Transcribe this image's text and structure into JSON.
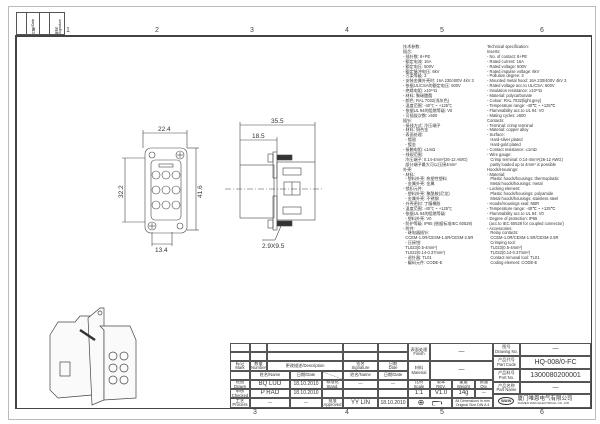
{
  "corner_table": {
    "cells": [
      "日期/Date",
      "签名 Signature"
    ]
  },
  "column_numbers_top": [
    "1",
    "2",
    "3",
    "4",
    "5",
    "6"
  ],
  "column_numbers_bottom": [
    "3",
    "4",
    "5",
    "6"
  ],
  "drawing": {
    "front_view": {
      "width": "22.4",
      "height_outer": "41.6",
      "height_inner": "32.2",
      "bottom": "13.4"
    },
    "side_view": {
      "length_total": "35.5",
      "length_front": "18.5",
      "screw": "2.9X9.5"
    }
  },
  "spec_cn": [
    "技术参数:",
    "插芯:",
    "- 插针数: 8+PE",
    "- 额定电流: 16A",
    "- 额定电压: 500V",
    "- 额定脉冲电压: 6kV",
    "- 污染等级: 3",
    "- 安装金属外壳时: 16A 230/400V 4kV 3",
    "- 依据UL/CSA的额定电压: 600V",
    "- 绝缘电阻: ≥10¹⁰Ω",
    "- 材料: 聚碳酸酯",
    "- 颜色: RAL 7032(浅灰色)",
    "- 温度范围: -40℃ ~ +125℃",
    "- 依据UL 94的阻燃等级: V0",
    "- 可插拔次数: ≥500",
    "插针:",
    "- 接线方式: 冷压端子",
    "- 材料: 铜合金",
    "- 表面处理:",
    "  - 镀银",
    "  - 镀金",
    "- 接触电阻: ≤1mΩ",
    "- 线规范围:",
    "  冷压端子: 0.14-4mm²(26-12 AWG)",
    "  部分端子最大可以压接4mm²",
    "外壳:",
    "- 材料:",
    "  - 塑料外壳: 热塑性塑料",
    "  - 金属外壳: 金属",
    "- 锁扣元件:",
    "  - 塑料外壳: 聚酰胺(尼龙)",
    "  - 金属外壳: 不锈钢",
    "- 外壳密封: 丁腈橡胶",
    "- 温度范围: -40℃ ~ +125℃",
    "- 依据UL 94的阻燃等级:",
    "  - 塑料外壳: V0",
    "- 防护等级: IP65 (依据标准IEC 60529)",
    "- 附件:",
    "  - 继电器插针:",
    "  CCEM-1.0R/CESM-1.5R/CESM-2.5R",
    "  - 压接钳:",
    "  TL023(0.5-4mm²)",
    "  TL022(0.14-0.37mm²)",
    "  - 退针器: TL01",
    "  - 编码元件: CODE-E"
  ],
  "spec_en": [
    "Technical specification:",
    "Inserts:",
    "- No. of contact: 8+PE",
    "- Rated current: 16A",
    "- Rated voltage: 500V",
    "- Rated impulse voltage: 6kV",
    "- Pollution degree: 3",
    "- Mounted metal hood: 16A 230/400V 4kV 3",
    "- Rated voltage acc.to UL/CSA: 600V",
    "- Insulation resistance: ≥10¹⁰Ω",
    "- Material: polycarbonate",
    "- Colour: RAL 7032(light grey)",
    "- Temperature range: -40℃ ~ +125℃",
    "- Flammability acc.to UL 94: V0",
    "- Mating cycles: ≥500",
    "Contacts:",
    "- Terminal: crimp terminal",
    "- Material: copper alloy",
    "- Surface:",
    "   Hard-silver plated",
    "   Hard-gold plated",
    "- Contact resistance: ≤1mΩ",
    "- Wire gauge:",
    "   Crimp terminal: 0.14-4mm²(26-12 AWG)",
    "   partly loaded up to 4mm² is possible",
    "Hoods/Housings:",
    "- Material:",
    "   Plastic hoods/housings: thermoplastic",
    "   Metal hoods/housings: metal",
    "- Locking element:",
    "   Plastic hoods/housings: polyamide",
    "   Metal hoods/housings: stainless steel",
    "- Hoods/Housings seal: NBR",
    "- Temperature range: -40℃ ~ +125℃",
    "- Flammability acc.to UL 94: V0",
    "- Degree of protection: IP65",
    "  (acc.to IEC 60529 for coupled connector)",
    "- Accessories:",
    "   Relay contacts:",
    "   CCEM-1.0R/CESM-1.5R/CESM-2.5R",
    "   Crimping tool:",
    "   TL023(0.5-4mm²)",
    "   TL022(0.14-0.37mm²)",
    "   Contact removal tool: TL01",
    "   Coding element: CODE-E"
  ],
  "title_block": {
    "mark": "标记\nMark",
    "number": "数量\nNumber",
    "description": "更改描述/Description",
    "signature": "签名\nSignature",
    "date": "日期\nDate",
    "name_date_1": "姓名/Name",
    "date_1": "日期/Date",
    "name_date_2": "姓名/Name",
    "date_2": "日期/Date",
    "drawn_label": "绘图\nDrawn",
    "drawn_name": "BQ  LUO",
    "drawn_date": "18.10.2010",
    "stand_label": "标准化\nStand.",
    "stand_name": "—",
    "stand_date": "—",
    "checked_label": "审核\nChecked",
    "checked_name": "P  RAO",
    "checked_date": "18.10.2010",
    "process_label": "工艺\nProcess",
    "process_name": "—",
    "process_date": "—",
    "approved_label": "批准\nApproved",
    "approved_name": "YY  LIN",
    "approved_date": "18.10.2010",
    "finish_label": "表面处理\nFinish",
    "finish_value": "—",
    "material_label": "材料\nMaterial",
    "material_value": "—",
    "scale_label": "比例\nScale",
    "rev_label": "版本\nREV.",
    "weight_label": "重量\nWeight",
    "qty_label": "数量\nQty.",
    "scale_value": "1:1",
    "rev_value": "V1.0",
    "weight_value": "14g",
    "qty_value": "—",
    "dimensions_note": "All Dimensions in mm\nOriginal Size DIN A 4",
    "drawing_no_label": "图号\nDrawing No.",
    "drawing_no_value": "—",
    "part_code_label": "产品代号\nPart Code",
    "part_code_value": "HQ-008/0-FC",
    "part_no_label": "产品料号\nPort No.",
    "part_no_value": "1300080200001",
    "part_name_label": "产品名称\nPart Name",
    "part_name_value": "—",
    "company_cn": "厦门唯恩电气有限公司",
    "company_en": "XIAMEN WAIN ELECTRICAL CO.,LTD",
    "logo": "WAIN"
  }
}
